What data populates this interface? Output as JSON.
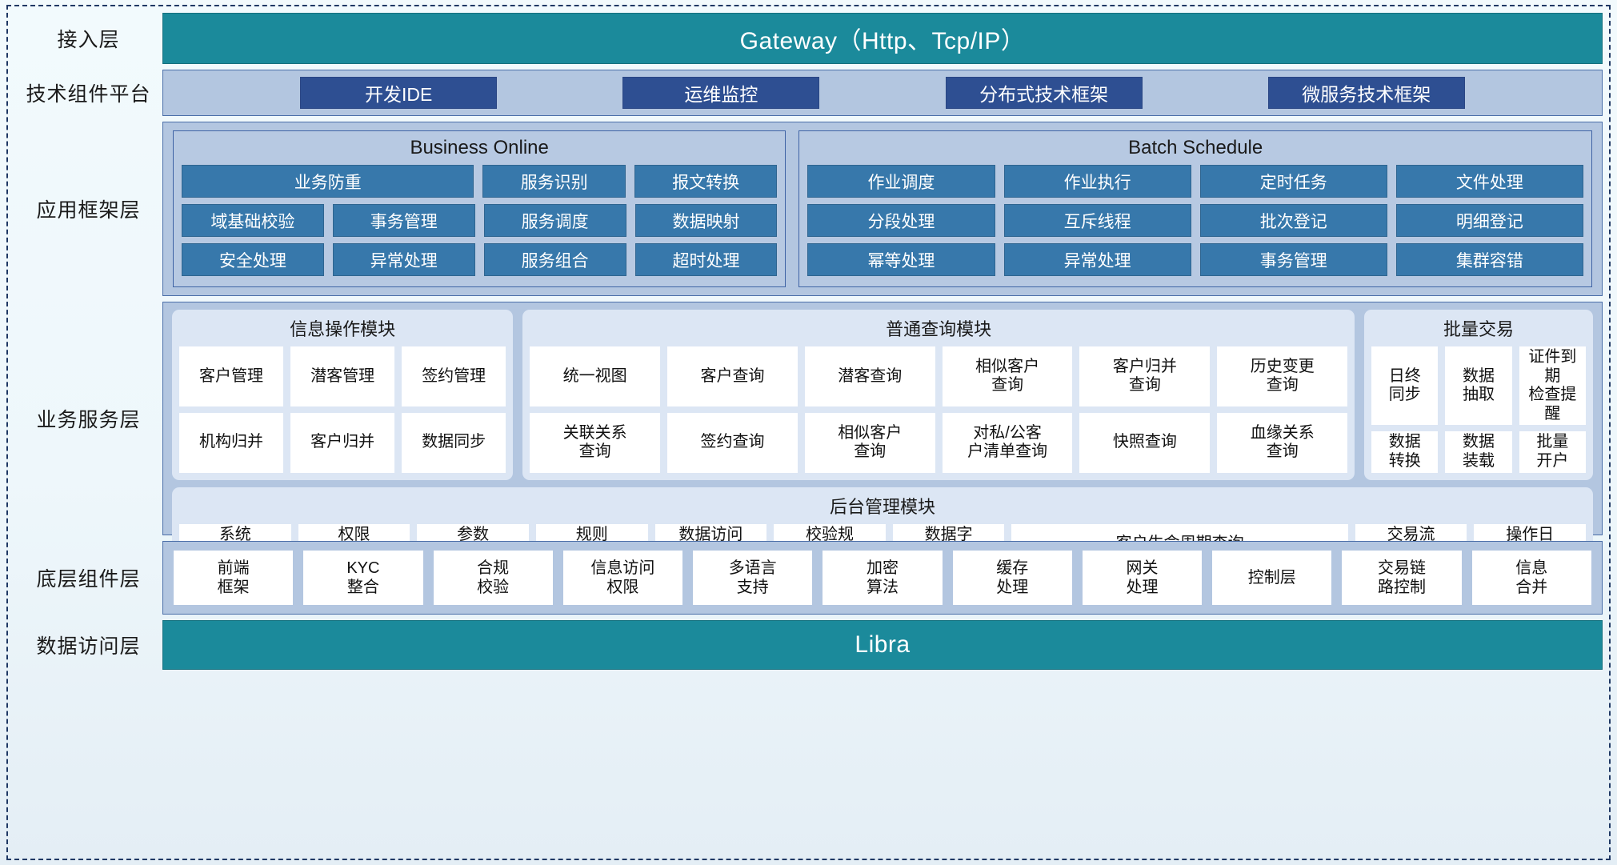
{
  "layers": {
    "access": {
      "label": "接入层",
      "banner": "Gateway（Http、Tcp/IP）"
    },
    "tech": {
      "label": "技术组件平台",
      "chips": [
        "开发IDE",
        "运维监控",
        "分布式技术框架",
        "微服务技术框架"
      ]
    },
    "app_framework": {
      "label": "应用框架层",
      "groups": [
        {
          "title": "Business Online",
          "rows": [
            [
              {
                "text": "业务防重",
                "span": 2
              },
              {
                "text": "服务识别",
                "span": 1
              },
              {
                "text": "报文转换",
                "span": 1
              }
            ],
            [
              {
                "text": "域基础校验",
                "span": 1
              },
              {
                "text": "事务管理",
                "span": 1
              },
              {
                "text": "服务调度",
                "span": 1
              },
              {
                "text": "数据映射",
                "span": 1
              }
            ],
            [
              {
                "text": "安全处理",
                "span": 1
              },
              {
                "text": "异常处理",
                "span": 1
              },
              {
                "text": "服务组合",
                "span": 1
              },
              {
                "text": "超时处理",
                "span": 1
              }
            ]
          ]
        },
        {
          "title": "Batch Schedule",
          "rows": [
            [
              {
                "text": "作业调度",
                "span": 1
              },
              {
                "text": "作业执行",
                "span": 1
              },
              {
                "text": "定时任务",
                "span": 1
              },
              {
                "text": "文件处理",
                "span": 1
              }
            ],
            [
              {
                "text": "分段处理",
                "span": 1
              },
              {
                "text": "互斥线程",
                "span": 1
              },
              {
                "text": "批次登记",
                "span": 1
              },
              {
                "text": "明细登记",
                "span": 1
              }
            ],
            [
              {
                "text": "幂等处理",
                "span": 1
              },
              {
                "text": "异常处理",
                "span": 1
              },
              {
                "text": "事务管理",
                "span": 1
              },
              {
                "text": "集群容错",
                "span": 1
              }
            ]
          ]
        }
      ]
    },
    "business_service": {
      "label": "业务服务层",
      "top_groups": [
        {
          "title": "信息操作模块",
          "rows": [
            [
              "客户管理",
              "潜客管理",
              "签约管理"
            ],
            [
              "机构归并",
              "客户归并",
              "数据同步"
            ]
          ]
        },
        {
          "title": "普通查询模块",
          "rows": [
            [
              "统一视图",
              "客户查询",
              "潜客查询",
              "相似客户\n查询",
              "客户归并\n查询",
              "历史变更\n查询"
            ],
            [
              "关联关系\n查询",
              "签约查询",
              "相似客户\n查询",
              "对私/公客\n户清单查询",
              "快照查询",
              "血缘关系\n查询"
            ]
          ]
        },
        {
          "title": "批量交易",
          "rows": [
            [
              "日终\n同步",
              "数据\n抽取",
              "证件到期\n检查提醒"
            ],
            [
              "数据\n转换",
              "数据\n装载",
              "批量\n开户"
            ]
          ]
        }
      ],
      "admin_group": {
        "title": "后台管理模块",
        "cells": [
          {
            "text": "系统\n管理",
            "wide": false
          },
          {
            "text": "权限\n管理",
            "wide": false
          },
          {
            "text": "参数\n管理",
            "wide": false
          },
          {
            "text": "规则\n配置",
            "wide": false
          },
          {
            "text": "数据访问\n控制",
            "wide": false
          },
          {
            "text": "校验规\n则管理",
            "wide": false
          },
          {
            "text": "数据字\n典管理",
            "wide": false
          },
          {
            "text": "客户生命周期查询",
            "wide": true
          },
          {
            "text": "交易流\n水查询",
            "wide": false
          },
          {
            "text": "操作日\n志查询",
            "wide": false
          }
        ]
      }
    },
    "bottom_component": {
      "label": "底层组件层",
      "cells": [
        "前端\n框架",
        "KYC\n整合",
        "合规\n校验",
        "信息访问\n权限",
        "多语言\n支持",
        "加密\n算法",
        "缓存\n处理",
        "网关\n处理",
        "控制层",
        "交易链\n路控制",
        "信息\n合并"
      ]
    },
    "data_access": {
      "label": "数据访问层",
      "banner": "Libra"
    }
  },
  "colors": {
    "teal_banner": "#1b8a9b",
    "panel_blue": "#b3c6e0",
    "chip_navy": "#2e4f92",
    "fw_cell_blue": "#3778ab",
    "group_light": "#dce6f4",
    "frame_dash": "#1f3864"
  }
}
